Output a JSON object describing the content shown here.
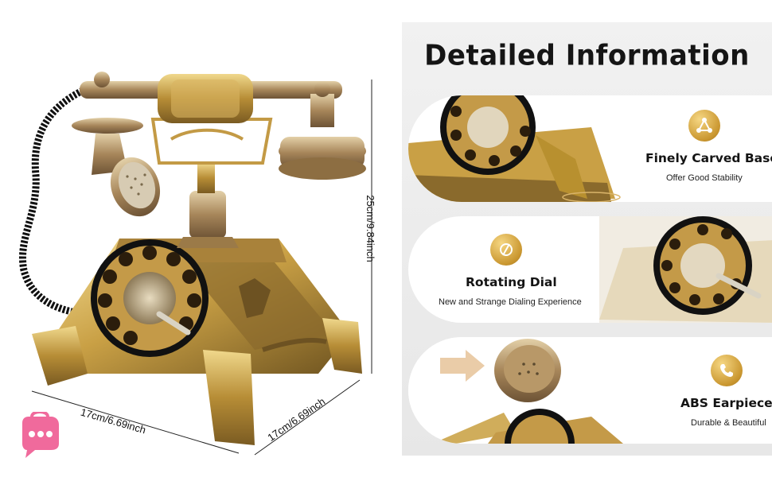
{
  "dimensions": {
    "height": "25cm/9.84inch",
    "width": "17cm/6.69inch",
    "depth": "17cm/6.69inch"
  },
  "panel": {
    "title": "Detailed Information",
    "features": [
      {
        "title": "Finely Carved Base",
        "subtitle": "Offer Good Stability",
        "icon": "triangle-nodes-icon"
      },
      {
        "title": "Rotating Dial",
        "subtitle": "New and Strange Dialing Experience",
        "icon": "dial-slash-icon"
      },
      {
        "title": "ABS Earpieces",
        "subtitle": "Durable & Beautiful",
        "icon": "phone-handset-icon"
      }
    ]
  },
  "colors": {
    "gold": "#c9962f",
    "badge_pink": "#f06a9c",
    "panel_bg": "#e9e9e9"
  }
}
